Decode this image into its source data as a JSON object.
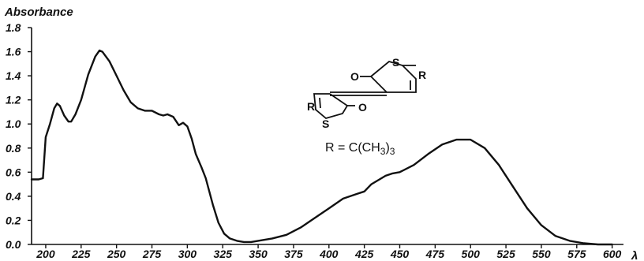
{
  "chart_data": {
    "type": "line",
    "ylabel": "Absorbance",
    "xlabel": "λ",
    "xlim": [
      190,
      608
    ],
    "ylim": [
      0,
      1.8
    ],
    "xticks": [
      200,
      225,
      250,
      275,
      300,
      325,
      350,
      375,
      400,
      425,
      450,
      475,
      500,
      525,
      550,
      575,
      600
    ],
    "xtick_labels": [
      "200",
      "225",
      "250",
      "275",
      "300",
      "325",
      "350",
      "375",
      "400",
      "425",
      "450",
      "475",
      "500",
      "525",
      "550",
      "575",
      "600"
    ],
    "yticks": [
      0,
      0.2,
      0.4,
      0.6,
      0.8,
      1.0,
      1.2,
      1.4,
      1.6,
      1.8
    ],
    "ytick_labels": [
      "0.0",
      "0.2",
      "0.4",
      "0.6",
      "0.8",
      "1.0",
      "1.2",
      "1.4",
      "1.6",
      "1.8"
    ],
    "grid": false,
    "series": [
      {
        "x": [
          190,
          195,
          198,
          200,
          203,
          206,
          208,
          210,
          213,
          216,
          218,
          221,
          225,
          230,
          235,
          238,
          240,
          245,
          250,
          255,
          260,
          265,
          270,
          275,
          280,
          283,
          286,
          290,
          294,
          297,
          300,
          303,
          306,
          310,
          313,
          318,
          322,
          326,
          330,
          335,
          340,
          345,
          350,
          360,
          370,
          380,
          390,
          400,
          410,
          420,
          425,
          430,
          440,
          445,
          450,
          460,
          470,
          480,
          490,
          500,
          510,
          520,
          530,
          540,
          550,
          560,
          570,
          580,
          590,
          600
        ],
        "y": [
          0.54,
          0.54,
          0.55,
          0.89,
          1.0,
          1.13,
          1.17,
          1.15,
          1.07,
          1.02,
          1.02,
          1.08,
          1.2,
          1.41,
          1.56,
          1.61,
          1.6,
          1.52,
          1.4,
          1.28,
          1.18,
          1.13,
          1.11,
          1.11,
          1.08,
          1.07,
          1.08,
          1.06,
          0.99,
          1.01,
          0.98,
          0.88,
          0.75,
          0.64,
          0.55,
          0.33,
          0.18,
          0.09,
          0.05,
          0.03,
          0.02,
          0.02,
          0.03,
          0.05,
          0.08,
          0.14,
          0.22,
          0.3,
          0.38,
          0.42,
          0.44,
          0.5,
          0.57,
          0.59,
          0.6,
          0.66,
          0.75,
          0.83,
          0.87,
          0.87,
          0.8,
          0.66,
          0.48,
          0.3,
          0.16,
          0.07,
          0.03,
          0.01,
          0.0,
          0.0
        ]
      }
    ],
    "annotation": {
      "atom_S": "S",
      "atom_O": "O",
      "atom_R": "R",
      "formula_text": "R = C(CH",
      "formula_sub": "3",
      "formula_close": ")",
      "formula_sub2": "3"
    }
  }
}
